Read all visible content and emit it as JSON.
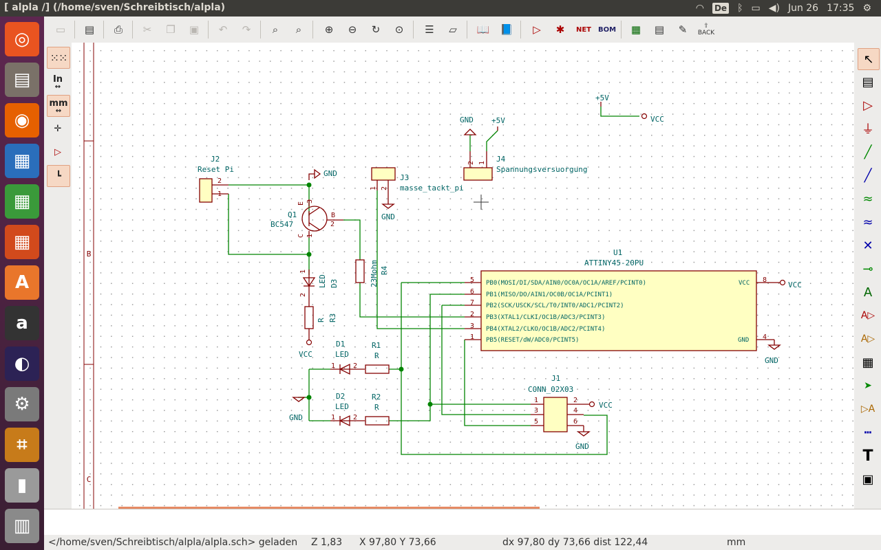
{
  "window": {
    "title": "[ alpla /] (/home/sven/Schreibtisch/alpla)",
    "keyboard": "De",
    "date": "Jun 26",
    "time": "17:35"
  },
  "launcher": {
    "items": [
      {
        "name": "ubuntu-dash-icon",
        "glyph": "◎",
        "color": "#e95420"
      },
      {
        "name": "files-icon",
        "glyph": "▤",
        "color": "#7a7168"
      },
      {
        "name": "firefox-icon",
        "glyph": "◉",
        "color": "#e66000"
      },
      {
        "name": "writer-icon",
        "glyph": "▦",
        "color": "#2a6ebb"
      },
      {
        "name": "calc-icon",
        "glyph": "▦",
        "color": "#3a9a3a"
      },
      {
        "name": "impress-icon",
        "glyph": "▦",
        "color": "#d24a1c"
      },
      {
        "name": "software-center-icon",
        "glyph": "A",
        "color": "#e9762b"
      },
      {
        "name": "amazon-icon",
        "glyph": "a",
        "color": "#333333"
      },
      {
        "name": "eclipse-icon",
        "glyph": "◐",
        "color": "#2c2255"
      },
      {
        "name": "settings-icon",
        "glyph": "⚙",
        "color": "#7a7a7a"
      },
      {
        "name": "eeschema-icon",
        "glyph": "⌗",
        "color": "#c77b1a"
      },
      {
        "name": "usb-drive-icon",
        "glyph": "▮",
        "color": "#9a9a9a"
      },
      {
        "name": "trash-icon",
        "glyph": "▥",
        "color": "#8a8a8a"
      }
    ]
  },
  "toolbar": {
    "back_label": "BACK",
    "net_label": "NET",
    "bom_label": "BOM"
  },
  "left_toolbar": {
    "inch_label": "In",
    "mm_label": "mm"
  },
  "sheet": {
    "row_labels": [
      "B",
      "C"
    ]
  },
  "schematic": {
    "j2": {
      "ref": "J2",
      "value": "Reset Pi",
      "pin1": "1",
      "pin2": "2"
    },
    "q1": {
      "ref": "Q1",
      "value": "BC547",
      "pin_e": "E",
      "pin_b": "B",
      "pin_c": "C",
      "pin1": "1",
      "pin2": "2",
      "pin3": "3"
    },
    "d3": {
      "ref": "D3",
      "value": "LED",
      "pin1": "1",
      "pin2": "2"
    },
    "r3": {
      "ref": "R3",
      "value": "R"
    },
    "r4": {
      "ref": "R4",
      "value": "23Mohm"
    },
    "j3": {
      "ref": "J3",
      "value": "masse_tackt_pi",
      "pin1": "1",
      "pin2": "2"
    },
    "j4": {
      "ref": "J4",
      "value": "Spannungsversuorgung",
      "pin1": "1",
      "pin2": "2"
    },
    "u1": {
      "ref": "U1",
      "value": "ATTINY45-20PU",
      "pins_left": [
        {
          "num": "5",
          "name": "PB0(MOSI/DI/SDA/AIN0/OC0A/OC1A/AREF/PCINT0)"
        },
        {
          "num": "6",
          "name": "PB1(MISO/DO/AIN1/OC0B/OC1A/PCINT1)"
        },
        {
          "num": "7",
          "name": "PB2(SCK/USCK/SCL/T0/INT0/ADC1/PCINT2)"
        },
        {
          "num": "2",
          "name": "PB3(XTAL1/CLKI/OC1B/ADC3/PCINT3)"
        },
        {
          "num": "3",
          "name": "PB4(XTAL2/CLKO/OC1B/ADC2/PCINT4)"
        },
        {
          "num": "1",
          "name": "PB5(RESET/dW/ADC0/PCINT5)"
        }
      ],
      "vcc_label": "VCC",
      "vcc_pin": "8",
      "gnd_label": "GND",
      "gnd_pin": "4"
    },
    "d1": {
      "ref": "D1",
      "value": "LED",
      "pin1": "1",
      "pin2": "2"
    },
    "d2": {
      "ref": "D2",
      "value": "LED",
      "pin1": "1",
      "pin2": "2"
    },
    "r1": {
      "ref": "R1",
      "value": "R"
    },
    "r2": {
      "ref": "R2",
      "value": "R"
    },
    "j1": {
      "ref": "J1",
      "value": "CONN_02X03",
      "pins": [
        "1",
        "2",
        "3",
        "4",
        "5",
        "6"
      ]
    },
    "power": {
      "gnd": "GND",
      "vcc": "VCC",
      "p5v": "+5V"
    }
  },
  "status": {
    "file": "</home/sven/Schreibtisch/alpla/alpla.sch> geladen",
    "zoom": "Z 1,83",
    "xy": "X 97,80  Y 73,66",
    "delta": "dx 97,80  dy 73,66  dist 122,44",
    "units": "mm"
  }
}
